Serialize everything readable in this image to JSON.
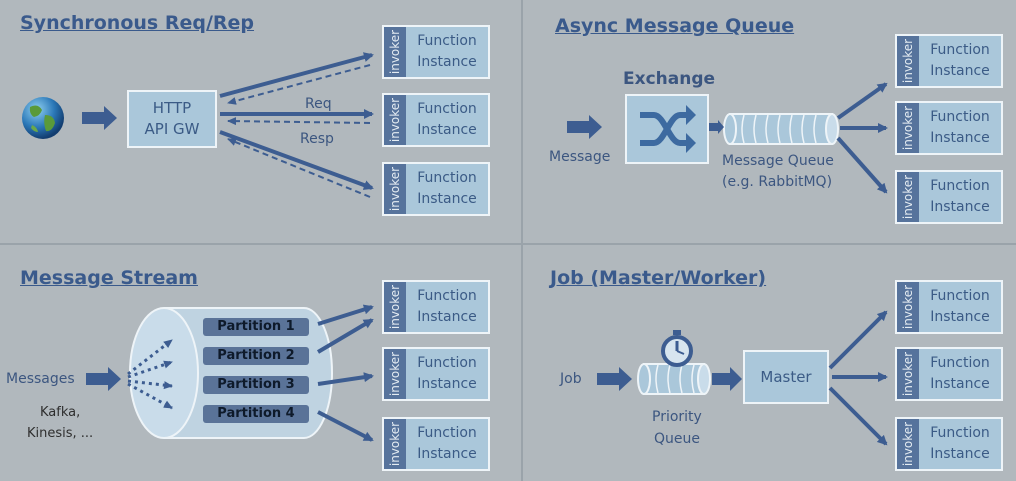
{
  "colors": {
    "background": "#b1b8bd",
    "title": "#3a5a8c",
    "arrow": "#3d5d91",
    "box": "#aac7da",
    "invoker": "#56739c"
  },
  "invoker_label": "invoker",
  "function_label": [
    "Function",
    "Instance"
  ],
  "sync": {
    "title": "Synchronous Req/Rep",
    "client_icon": "globe-icon",
    "gateway": [
      "HTTP",
      "API GW"
    ],
    "req_label": "Req",
    "resp_label": "Resp"
  },
  "async": {
    "title": "Async Message Queue",
    "exchange_label": "Exchange",
    "exchange_icon": "shuffle-icon",
    "message_label": "Message",
    "queue_label": [
      "Message Queue",
      "(e.g. RabbitMQ)"
    ]
  },
  "stream": {
    "title": "Message Stream",
    "messages_label": "Messages",
    "examples": [
      "Kafka,",
      "Kinesis, ..."
    ],
    "partitions": [
      "Partition 1",
      "Partition 2",
      "Partition 3",
      "Partition 4"
    ]
  },
  "job": {
    "title": "Job (Master/Worker)",
    "job_label": "Job",
    "master_label": "Master",
    "queue_label": [
      "Priority",
      "Queue"
    ],
    "queue_icon": "stopwatch-icon"
  }
}
